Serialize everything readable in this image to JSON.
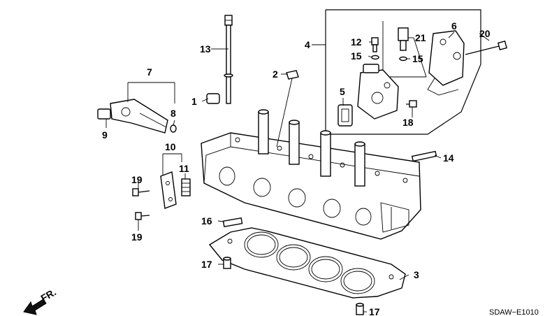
{
  "drawing_code": "SDAW−E1010",
  "front_marker": "FR.",
  "callouts": [
    {
      "id": "c1",
      "text": "1"
    },
    {
      "id": "c2",
      "text": "2"
    },
    {
      "id": "c3",
      "text": "3"
    },
    {
      "id": "c4",
      "text": "4"
    },
    {
      "id": "c5",
      "text": "5"
    },
    {
      "id": "c6",
      "text": "6"
    },
    {
      "id": "c7",
      "text": "7"
    },
    {
      "id": "c8",
      "text": "8"
    },
    {
      "id": "c9",
      "text": "9"
    },
    {
      "id": "c10",
      "text": "10"
    },
    {
      "id": "c11",
      "text": "11"
    },
    {
      "id": "c12",
      "text": "12"
    },
    {
      "id": "c13",
      "text": "13"
    },
    {
      "id": "c14",
      "text": "14"
    },
    {
      "id": "c15a",
      "text": "15"
    },
    {
      "id": "c15b",
      "text": "15"
    },
    {
      "id": "c16",
      "text": "16"
    },
    {
      "id": "c17a",
      "text": "17"
    },
    {
      "id": "c17b",
      "text": "17"
    },
    {
      "id": "c18",
      "text": "18"
    },
    {
      "id": "c19a",
      "text": "19"
    },
    {
      "id": "c19b",
      "text": "19"
    },
    {
      "id": "c20",
      "text": "20"
    },
    {
      "id": "c21",
      "text": "21"
    }
  ]
}
